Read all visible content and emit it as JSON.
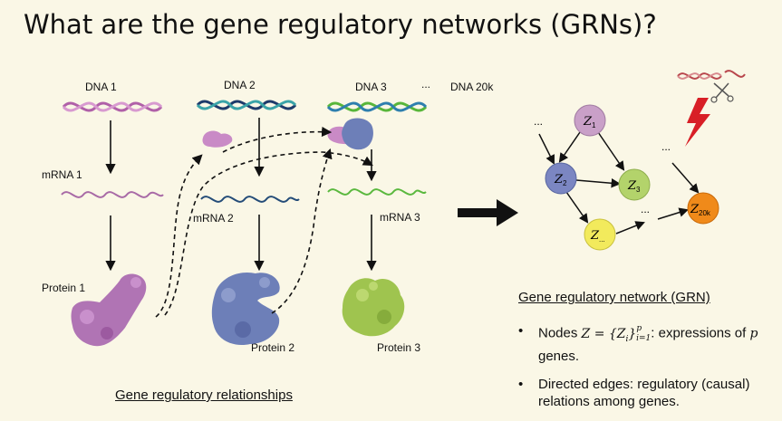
{
  "title": "What are the gene regulatory networks (GRNs)?",
  "left_panel": {
    "dna_labels": [
      "DNA 1",
      "DNA 2",
      "DNA 3",
      "...",
      "DNA 20k"
    ],
    "mrna_labels": [
      "mRNA 1",
      "mRNA 2",
      "mRNA 3"
    ],
    "protein_labels": [
      "Protein 1",
      "Protein 2",
      "Protein 3"
    ],
    "caption": "Gene regulatory relationships"
  },
  "right_panel": {
    "nodes": [
      {
        "name": "Z",
        "sub": "1",
        "color": "#c9a0c8"
      },
      {
        "name": "Z",
        "sub": "2",
        "color": "#7b86c2"
      },
      {
        "name": "Z",
        "sub": "3",
        "color": "#b3d36b"
      },
      {
        "name": "Z",
        "sub": "...",
        "color": "#f2ea5c"
      },
      {
        "name": "Z",
        "sub": "20k",
        "color": "#f08a1a"
      }
    ],
    "ellipses": [
      "...",
      "...",
      "...",
      "..."
    ],
    "heading": "Gene regulatory network (GRN)",
    "bullet1_pre": "Nodes ",
    "bullet1_math": "Z = {Z",
    "bullet1_math_sub": "i",
    "bullet1_math_end": "}",
    "bullet1_math_range": "p",
    "bullet1_math_range_sub": "i=1",
    "bullet1_post": ": expressions of ",
    "bullet1_var": "p",
    "bullet1_end": " genes.",
    "bullet2": "Directed edges: regulatory (causal) relations among genes."
  },
  "colors": {
    "background": "#faf7e6",
    "dna1": "#b060a8",
    "dna2": "#1d3a6a",
    "dna3": "#58b63a",
    "mrna1": "#a86aa6",
    "mrna2": "#244c78",
    "mrna3": "#5ab83e",
    "protein1": "#b074b4",
    "protein2": "#6d7fb8",
    "protein3": "#9fc44f",
    "lightning": "#d81f26",
    "scissor_dna": "#b8464c"
  },
  "icons": [
    "dna-helix-icon",
    "mrna-strand-icon",
    "protein-blob-icon",
    "lightning-icon",
    "scissors-icon",
    "big-right-arrow-icon"
  ]
}
